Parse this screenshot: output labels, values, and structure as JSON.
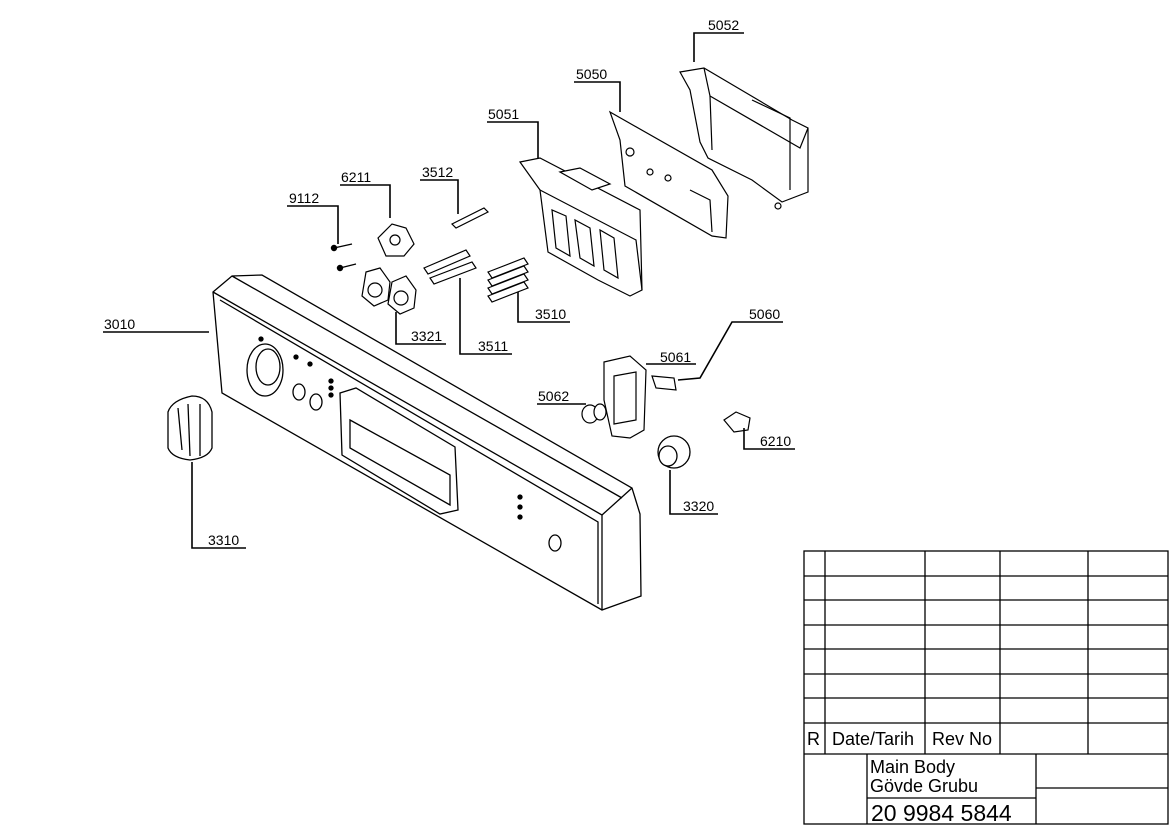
{
  "callouts": {
    "c5052": "5052",
    "c5050": "5050",
    "c5051": "5051",
    "c6211": "6211",
    "c3512": "3512",
    "c9112": "9112",
    "c3010": "3010",
    "c3321": "3321",
    "c3511": "3511",
    "c3510": "3510",
    "c5060": "5060",
    "c5061": "5061",
    "c5062": "5062",
    "c6210": "6210",
    "c3320": "3320",
    "c3310": "3310"
  },
  "title_block": {
    "rev_header": {
      "r": "R",
      "date": "Date/Tarih",
      "rev_no": "Rev No"
    },
    "title_line1": "Main Body",
    "title_line2": "Gövde Grubu",
    "drawing_number": "20 9984 5844"
  }
}
